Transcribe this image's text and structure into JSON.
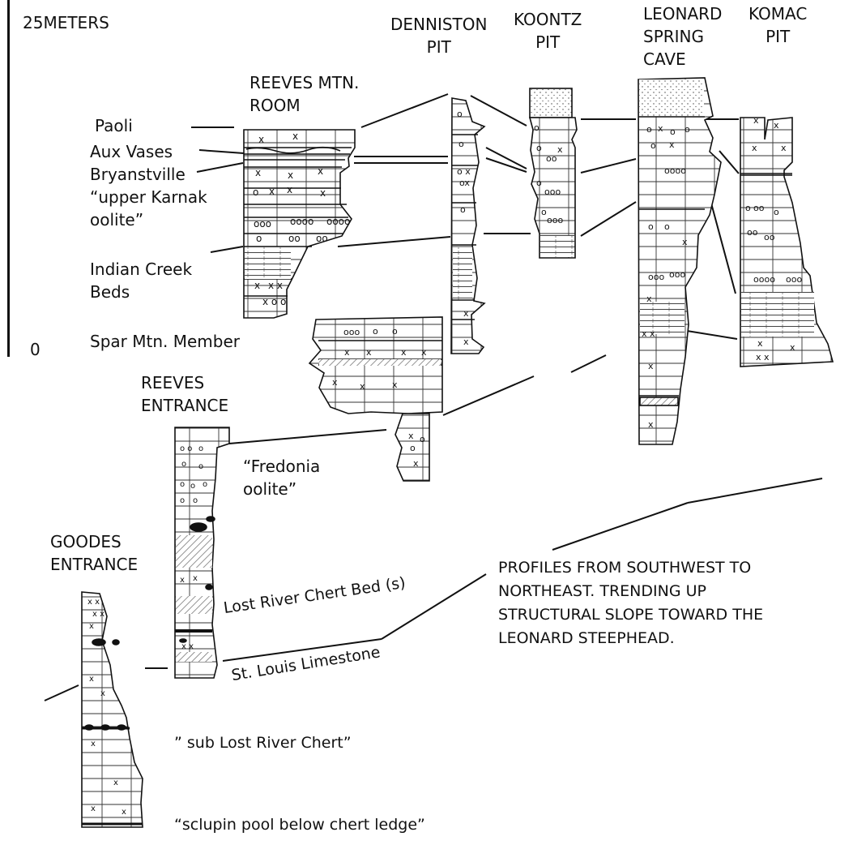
{
  "scale": {
    "top_label": "25METERS",
    "bottom_label": "0"
  },
  "sections": {
    "denniston": "DENNISTON\nPIT",
    "koontz": "KOONTZ\nPIT",
    "leonard": "LEONARD\nSPRING\nCAVE",
    "komac": "KOMAC\nPIT",
    "reeves_mtn": "REEVES MTN.\nROOM",
    "reeves_entrance": "REEVES\nENTRANCE",
    "goodes_entrance": "GOODES\nENTRANCE"
  },
  "units": {
    "paoli": "Paoli",
    "aux_vases": "Aux Vases",
    "bryanstville": "Bryanstville",
    "upper_karnak": "“upper Karnak\noolite”",
    "indian_creek": "Indian Creek\nBeds",
    "spar_mtn": "Spar Mtn. Member",
    "fredonia": "“Fredonia\noolite”",
    "lost_river": "Lost River Chert Bed (s)",
    "st_louis": "St. Louis Limestone",
    "sub_lost_river": "” sub Lost River Chert”",
    "sclupin": "“sclupin pool below chert ledge”"
  },
  "caption": "PROFILES FROM SOUTHWEST TO\nNORTHEAST. TRENDING UP\nSTRUCTURAL SLOPE TOWARD THE\nLEONARD STEEPHEAD.",
  "colors": {
    "ink": "#111111",
    "hatch": "#777777"
  }
}
